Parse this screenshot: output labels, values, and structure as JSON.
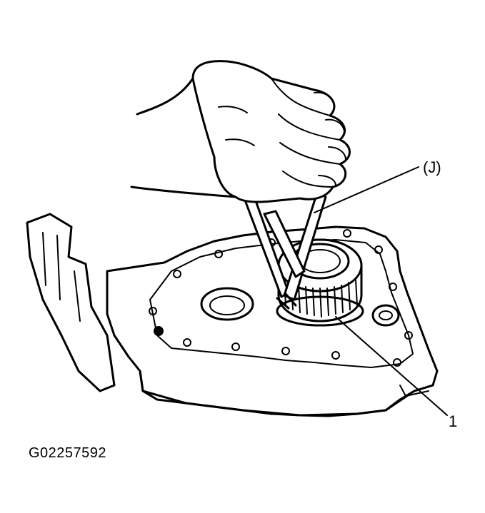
{
  "labels": {
    "tool": "(J)",
    "part": "1"
  },
  "figure_code": "G02257592"
}
